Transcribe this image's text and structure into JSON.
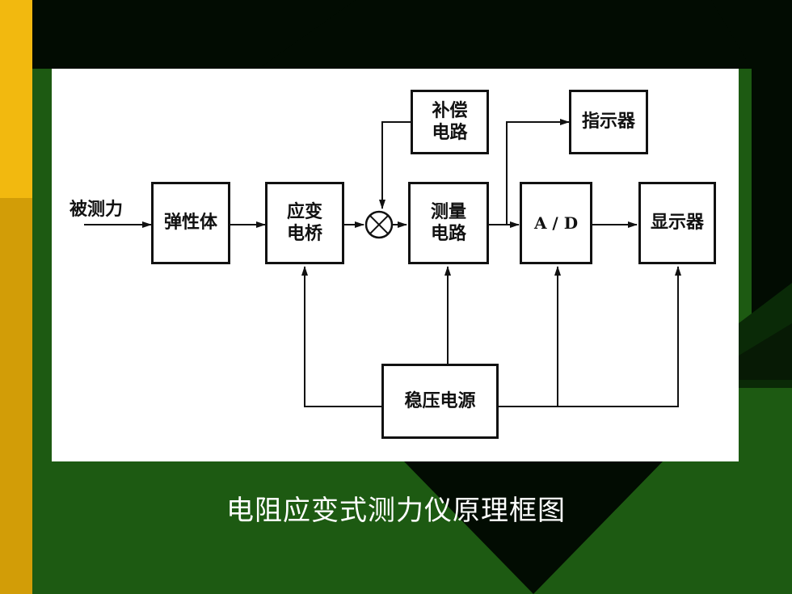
{
  "diagram": {
    "input_label": "被测力",
    "nodes": {
      "elastic": "弹性体",
      "bridge": "应变\n电桥",
      "compensation": "补偿\n电路",
      "measure": "测量\n电路",
      "indicator": "指示器",
      "ad": "A / D",
      "display": "显示器",
      "power": "稳压电源"
    }
  },
  "caption": "电阻应变式测力仪原理框图",
  "colors": {
    "background": "#1d5a12",
    "dark": "#020c02",
    "bar_yellow": "#f2b90f",
    "bar_gold": "#d29d07"
  }
}
